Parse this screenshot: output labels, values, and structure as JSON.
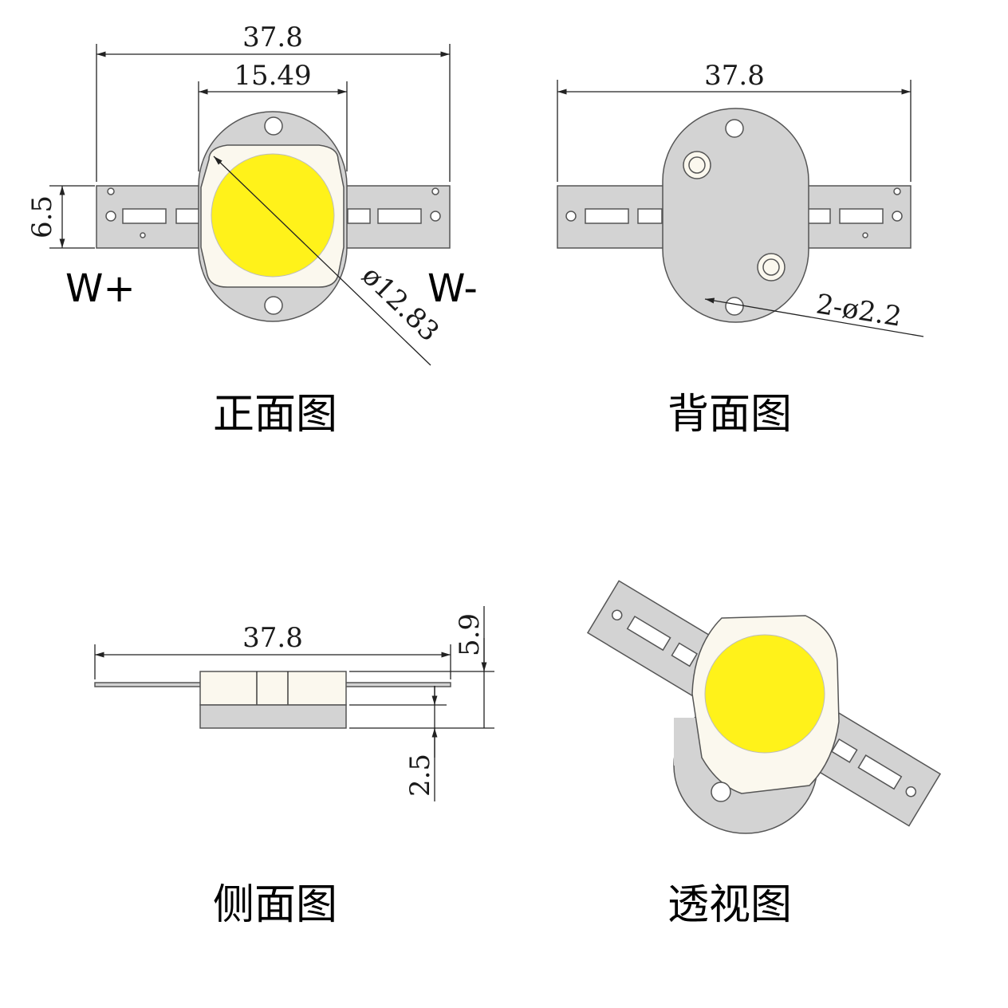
{
  "front_view": {
    "caption": "正面图",
    "overall_width": "37.8",
    "body_width": "15.49",
    "strip_height": "6.5",
    "lens_diameter": "ø12.83",
    "pos_label": "W+",
    "neg_label": "W-"
  },
  "back_view": {
    "caption": "背面图",
    "overall_width": "37.8",
    "holes": "2-ø2.2"
  },
  "side_view": {
    "caption": "侧面图",
    "overall_width": "37.8",
    "total_height": "5.9",
    "base_height": "2.5"
  },
  "perspective_view": {
    "caption": "透视图"
  },
  "colors": {
    "lens": "#fff21a",
    "body": "#d3d3d3",
    "rim": "#fbf8ee",
    "outline": "#555555"
  }
}
